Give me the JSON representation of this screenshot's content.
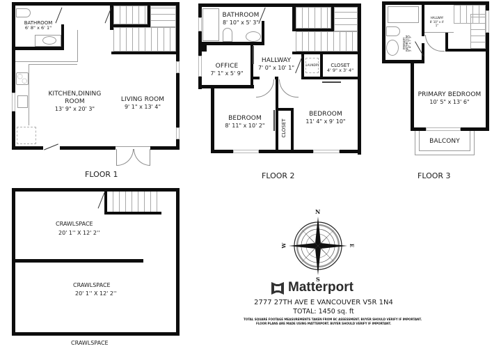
{
  "floors": [
    {
      "label": "FLOOR 1",
      "rooms": [
        {
          "name": "BATHROOM",
          "dims": "6' 8\" x 6' 1\""
        },
        {
          "name": "KITCHEN,DINING",
          "name_line2": "ROOM",
          "dims": "13' 9\" x 20' 3\""
        },
        {
          "name": "LIVING ROOM",
          "dims": "9' 1\" x 13' 4\""
        }
      ]
    },
    {
      "label": "FLOOR 2",
      "rooms": [
        {
          "name": "BATHROOM",
          "dims": "8' 10\" x 5' 3\""
        },
        {
          "name": "OFFICE",
          "dims": "7' 1\" x 5' 9\""
        },
        {
          "name": "HALLWAY",
          "dims": "7' 0\" x 10' 1\""
        },
        {
          "name": "LAUNDRY",
          "dims": ""
        },
        {
          "name": "CLOSET",
          "dims": "4' 9\" x 3' 4\""
        },
        {
          "name": "BEDROOM",
          "dims": "8' 11\" x 10' 2\""
        },
        {
          "name": "CLOSET",
          "dims": ""
        },
        {
          "name": "BEDROOM",
          "dims": "11' 4\" x 9' 10\""
        }
      ]
    },
    {
      "label": "FLOOR 3",
      "rooms": [
        {
          "name": "PRIMARY",
          "name_line2": "BATHROOM",
          "dims": "5' 4\" x 7' 9\""
        },
        {
          "name": "HALLWAY",
          "dims": "8' 10\" x 4'",
          "dims_line2": "1\""
        },
        {
          "name": "PRIMARY BEDROOM",
          "dims": "10' 5\" x 13' 6\""
        },
        {
          "name": "BALCONY",
          "dims": ""
        }
      ]
    },
    {
      "label": "CRAWLSPACE",
      "rooms": [
        {
          "name": "CRAWLSPACE",
          "dims": "20'  1'' X 12'  2''"
        },
        {
          "name": "CRAWLSPACE",
          "dims": "20'  1'' X 12'  2''"
        }
      ]
    }
  ],
  "compass": {
    "icon": "compass-rose-icon",
    "north": "N",
    "south": "S",
    "east": "E",
    "west": "W"
  },
  "brand": {
    "logo_icon": "matterport-logo-icon",
    "name": "Matterport"
  },
  "address": "2777 27TH AVE E VANCOUVER V5R 1N4",
  "total": "TOTAL: 1450 sq. ft",
  "disclaimer": {
    "line1": "TOTAL SQUARE FOOTAGE MEASUREMENTS TAKEN FROM BC ASSESSMENT. BUYER SHOULD VERIFY IF IMPORTANT.",
    "line2": "FLOOR PLANS ARE MADE USING MATTERPORT. BUYER SHOULD VERIFY IF IMPORTANT."
  },
  "colors": {
    "wall": "#0d0d0d",
    "fixture": "#9a9a9a",
    "background": "#ffffff"
  }
}
